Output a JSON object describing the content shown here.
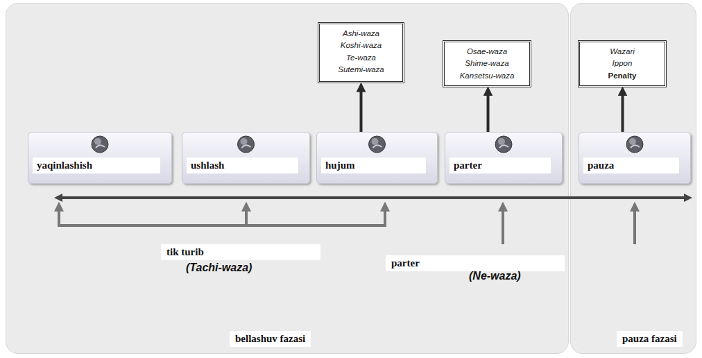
{
  "diagram": {
    "nodes": [
      {
        "text": [
          "bellashuv fazasi"
        ]
      },
      {
        "text": [
          "pauza fazasi"
        ]
      },
      {
        "text": [
          "yaqinlashish"
        ],
        "in": 0
      },
      {
        "text": [
          "ushlash"
        ],
        "in": 0
      },
      {
        "text": [
          "hujum"
        ],
        "in": 0
      },
      {
        "text": [
          "parter"
        ],
        "in": 0
      },
      {
        "text": [
          "pauza"
        ],
        "in": 1
      },
      {
        "text": [
          "Ashi-waza",
          "Koshi-waza",
          "Te-waza",
          "Sutemi-waza"
        ],
        "in": 0
      },
      {
        "text": [
          "Osae-waza",
          "Shime-waza",
          "Kansetsu-waza"
        ],
        "in": 0
      },
      {
        "text": [
          "Wazari",
          "Ippon",
          "Penalty"
        ],
        "in": 1
      }
    ],
    "edges": [
      {
        "from": 4,
        "to": 7,
        "arrow": "to"
      },
      {
        "from": 5,
        "to": 8,
        "arrow": "to"
      },
      {
        "from": 6,
        "to": 9,
        "arrow": "to"
      }
    ],
    "labels": [
      "tik turib",
      "(Tachi-waza)",
      "parter",
      "(Ne-waza)"
    ]
  }
}
